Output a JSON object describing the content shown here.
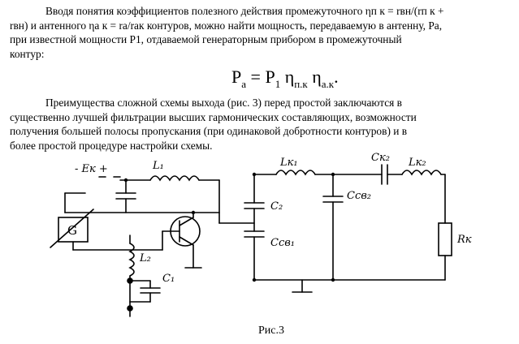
{
  "paragraph1": {
    "line1": "Вводя понятия коэффициентов  полезного действия промежуточного  ηп к = rвн/(rп к +",
    "line2": "rвн) и антенного ηа к = rа/rак контуров, можно найти мощность, передаваемую в антенну, Pа,",
    "line3": "при известной мощности P1, отдаваемой генераторным прибором в промежуточный",
    "line4": "контур:"
  },
  "formula": {
    "lhs": "P",
    "lhs_sub": "a",
    "eq": " = P",
    "p1_sub": "1",
    "eta1": " η",
    "eta1_sub": "п.к",
    "eta2": " η",
    "eta2_sub": "а.к",
    "end": "."
  },
  "paragraph2": {
    "line1": "Преимущества  сложной схемы выхода  (рис. 3) перед простой заключаются  в",
    "line2": "существенно лучшей фильтрации высших гармонических составляющих, возможности",
    "line3": "получения большей полосы пропускания (при одинаковой добротности контуров) и в",
    "line4": "более простой процедуре настройки схемы."
  },
  "circuit_labels": {
    "supply": "- Eк +",
    "l1": "L₁",
    "lk1": "Lк₁",
    "ck2": "Cк₂",
    "lk2": "Lк₂",
    "c2": "C₂",
    "ccv2": "Cсв₂",
    "ccv1": "Cсв₁",
    "rk": "Rк",
    "l2": "L₂",
    "c1": "C₁",
    "g": "G"
  },
  "caption": "Рис.3"
}
